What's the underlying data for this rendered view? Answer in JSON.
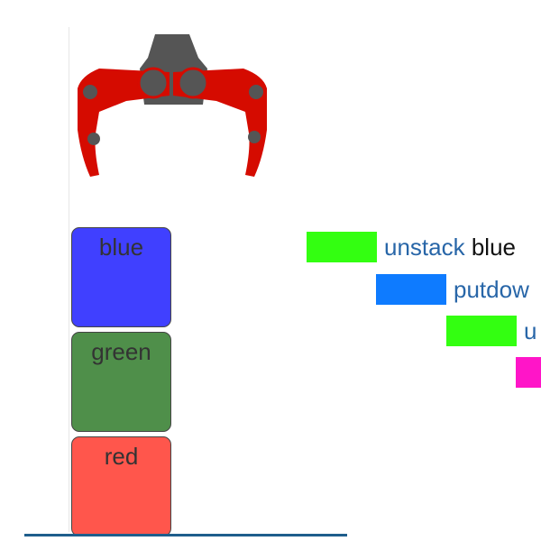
{
  "blocks": [
    {
      "label": "blue",
      "color": "#4040ff"
    },
    {
      "label": "green",
      "color": "#4f8f4a"
    },
    {
      "label": "red",
      "color": "#ff564c"
    }
  ],
  "gripper": {
    "body_color": "#555555",
    "claw_color": "#d50b00"
  },
  "floor_color": "#1f5e8c",
  "plan": [
    {
      "verb": "unstack",
      "object": "blue",
      "color": "#33ff11"
    },
    {
      "verb": "putdow",
      "object": "",
      "color": "#0e7bff"
    },
    {
      "verb": "u",
      "object": "",
      "color": "#33ff11"
    },
    {
      "verb": "",
      "object": "",
      "color": "#ff15c8"
    }
  ]
}
